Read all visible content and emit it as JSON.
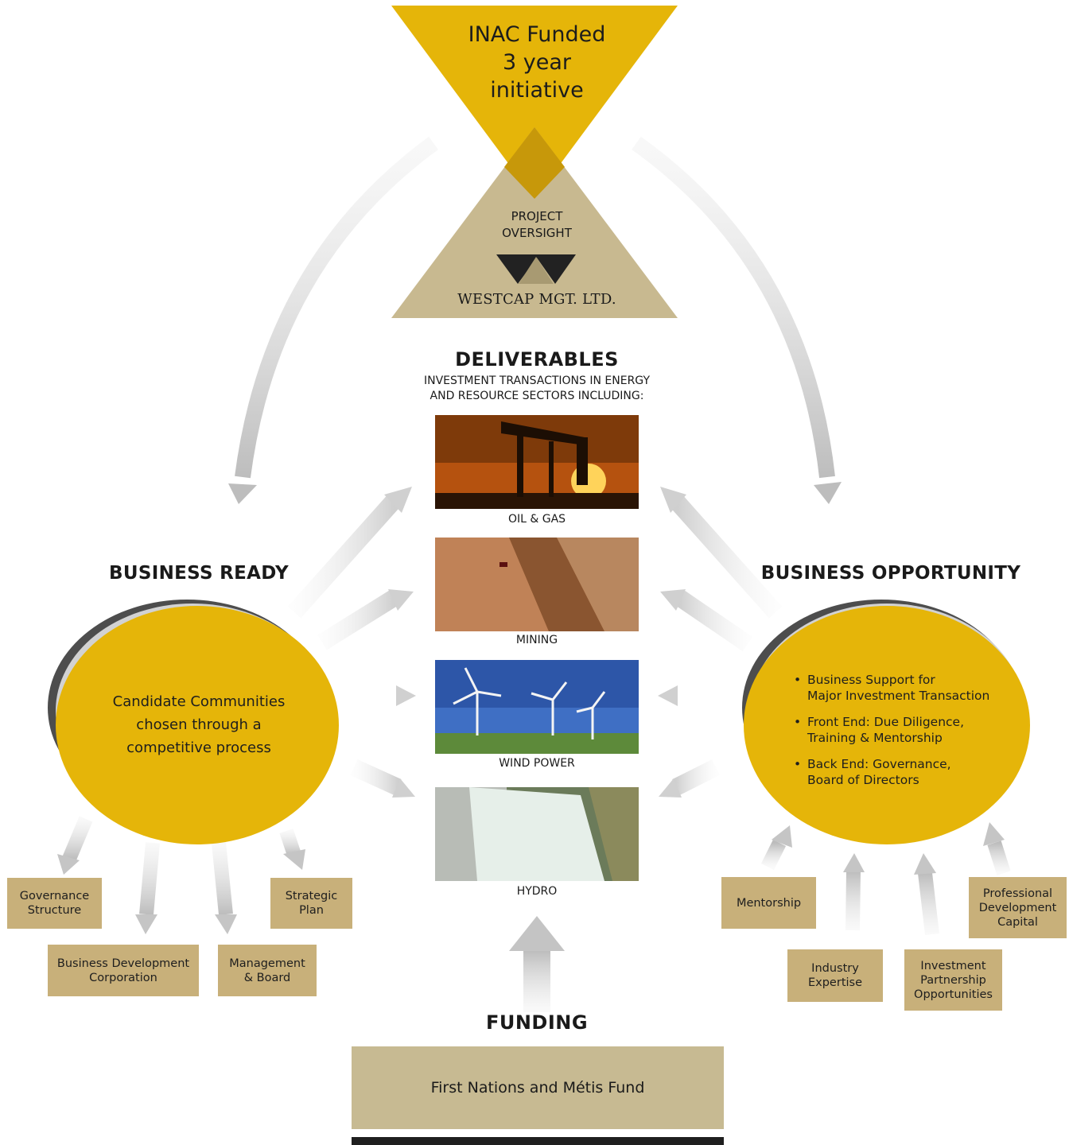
{
  "top": {
    "funded": [
      "INAC Funded",
      "3 year",
      "initiative"
    ],
    "oversight": [
      "PROJECT",
      "OVERSIGHT"
    ],
    "westcap": "WESTCAP MGT. LTD."
  },
  "deliverables": {
    "title": "DELIVERABLES",
    "subtitle": [
      "INVESTMENT TRANSACTIONS IN ENERGY",
      "AND RESOURCE SECTORS INCLUDING:"
    ],
    "sectors": [
      "OIL & GAS",
      "MINING",
      "WIND POWER",
      "HYDRO"
    ]
  },
  "business_ready": {
    "title": "BUSINESS READY",
    "circle_text": [
      "Candidate Communities",
      "chosen through a",
      "competitive process"
    ],
    "boxes": {
      "governance": [
        "Governance",
        "Structure"
      ],
      "bdc": [
        "Business Development",
        "Corporation"
      ],
      "management": [
        "Management",
        "& Board"
      ],
      "strategic": [
        "Strategic",
        "Plan"
      ]
    }
  },
  "business_opportunity": {
    "title": "BUSINESS OPPORTUNITY",
    "bullets": [
      [
        "Business Support for",
        "Major Investment Transaction"
      ],
      [
        "Front End: Due Diligence,",
        "Training & Mentorship"
      ],
      [
        "Back End: Governance,",
        "Board of Directors"
      ]
    ],
    "boxes": {
      "mentorship": [
        "Mentorship"
      ],
      "industry": [
        "Industry",
        "Expertise"
      ],
      "investment": [
        "Investment",
        "Partnership",
        "Opportunities"
      ],
      "professional": [
        "Professional",
        "Development",
        "Capital"
      ]
    }
  },
  "funding": {
    "title": "FUNDING",
    "fund": "First Nations and Métis Fund"
  },
  "colors": {
    "gold": "#e5b509",
    "tan": "#c8b07a",
    "light_tan": "#c7ba92",
    "arrow_gray": "#c9c9c9"
  }
}
